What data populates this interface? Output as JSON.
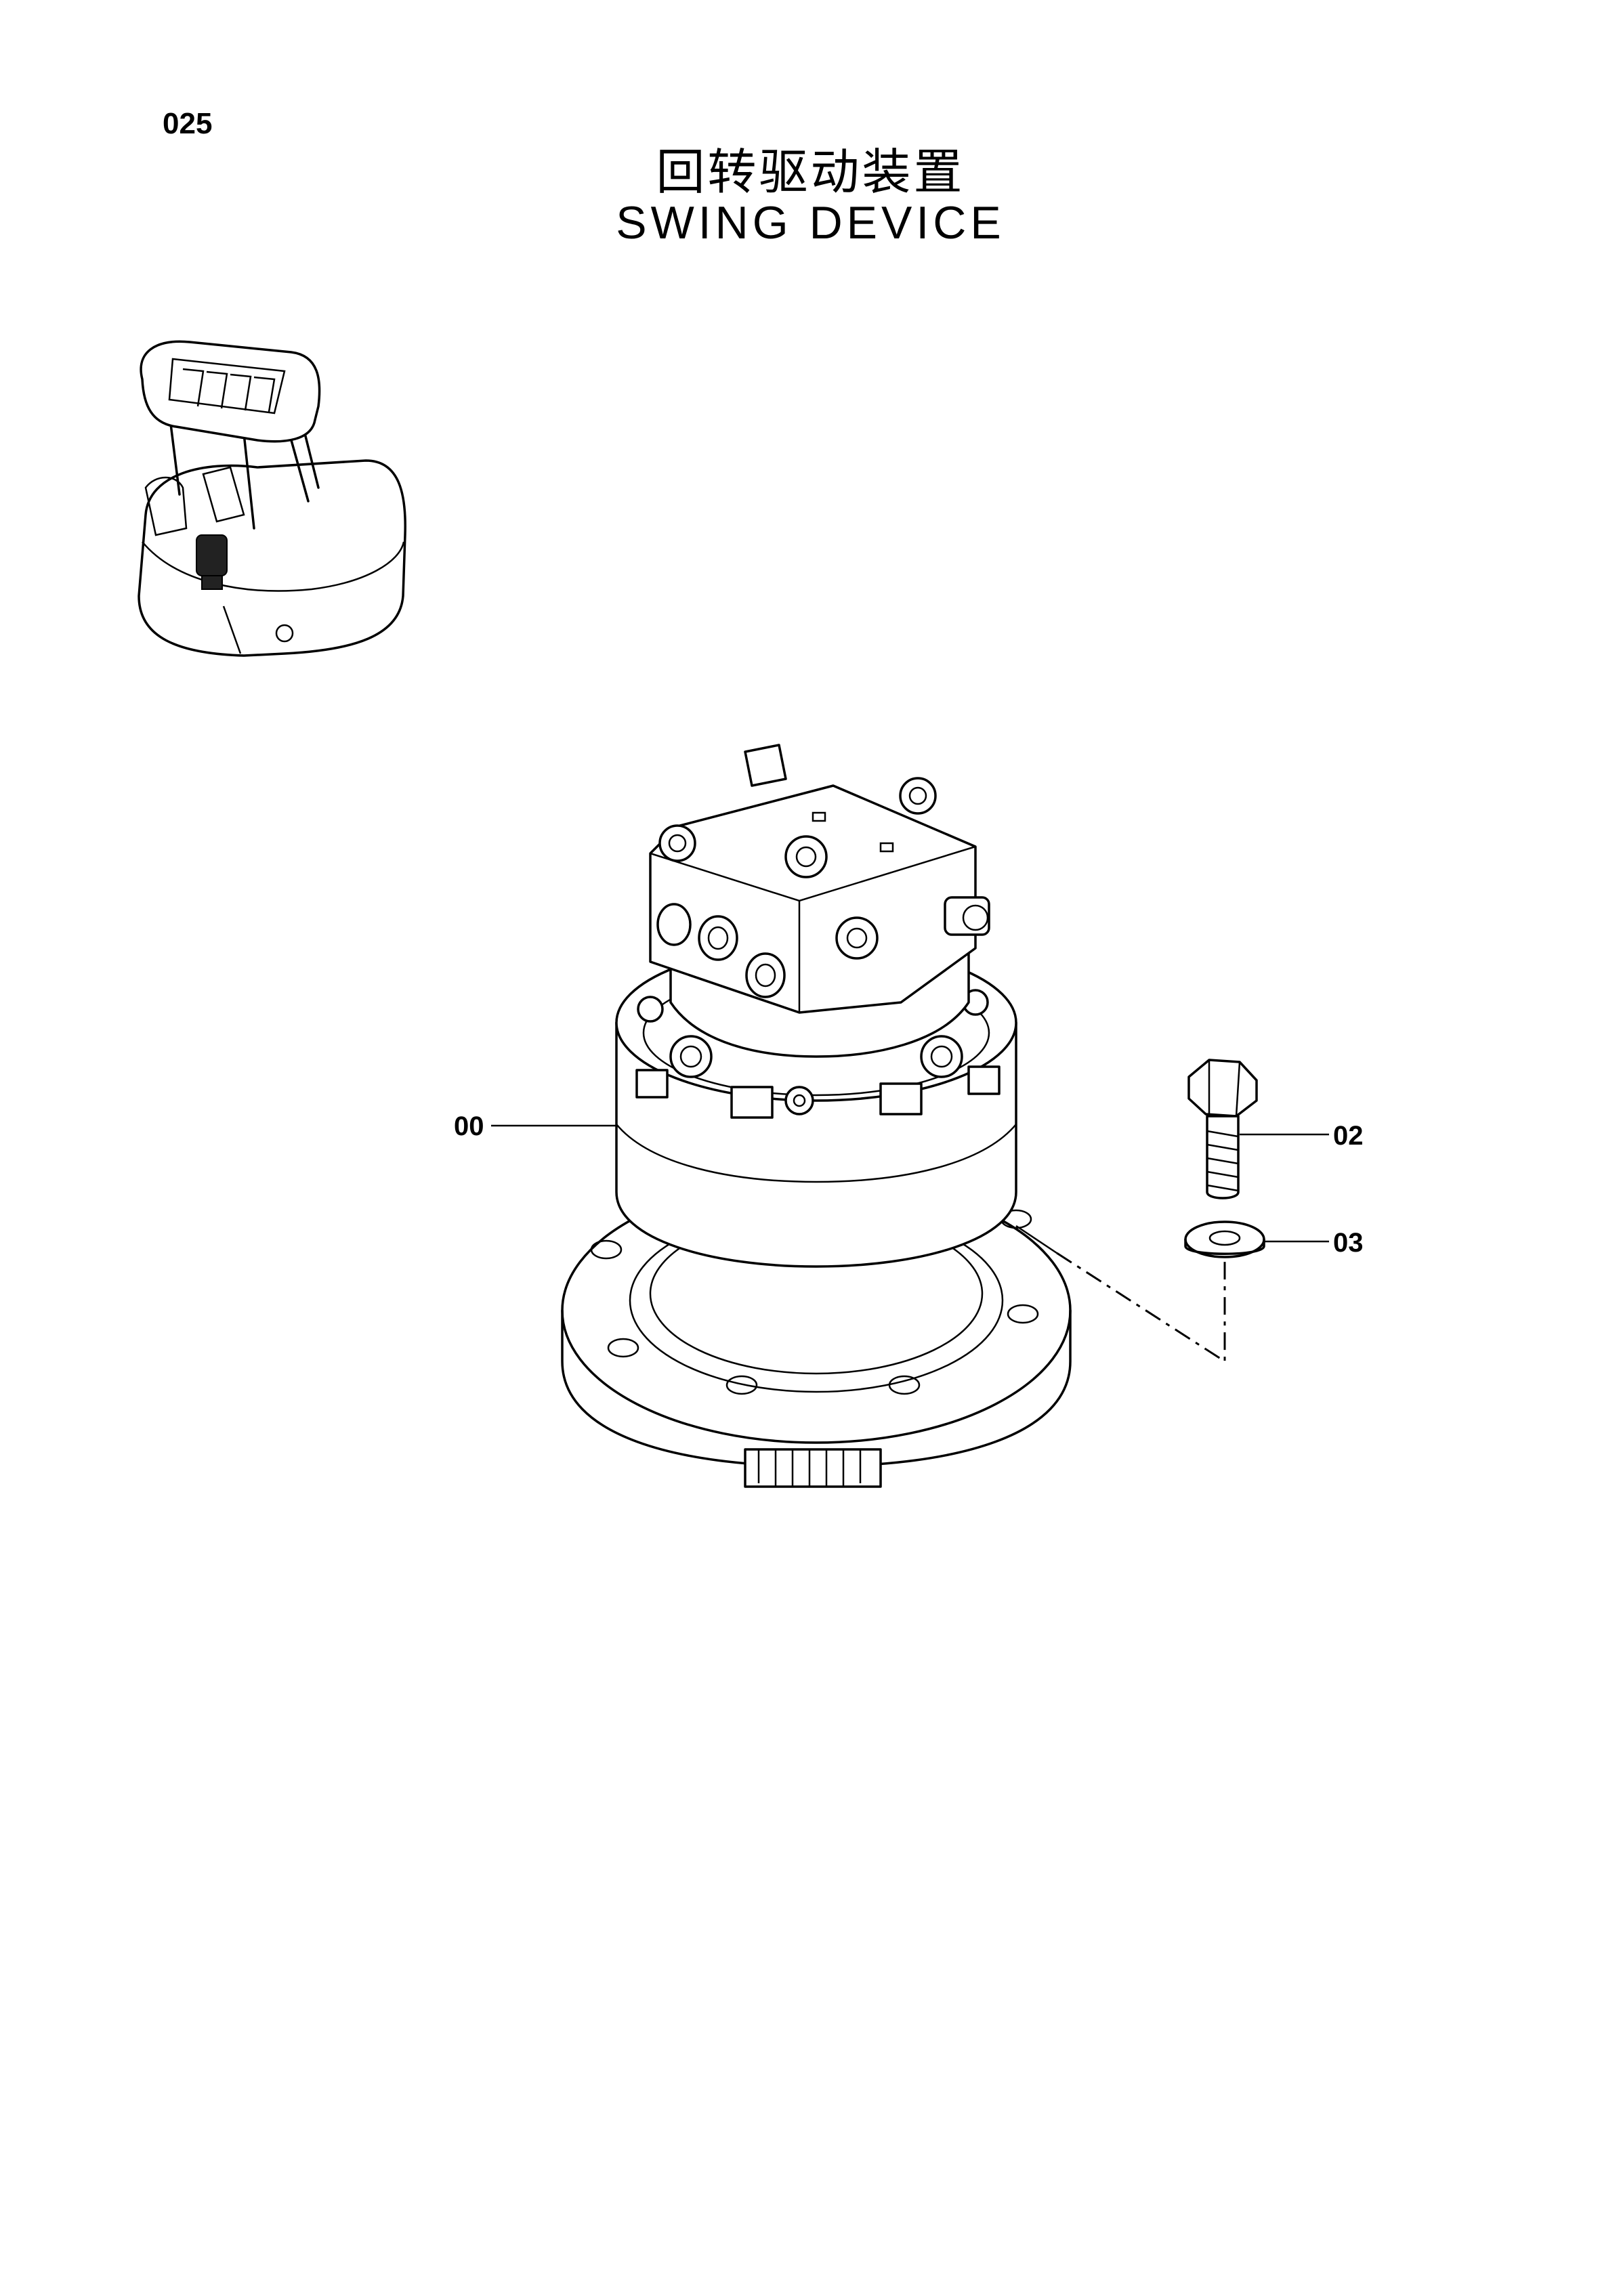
{
  "page": {
    "number": "025",
    "title_cn": "回转驱动装置",
    "title_en": "SWING  DEVICE"
  },
  "callouts": [
    {
      "id": "00",
      "label": "00"
    },
    {
      "id": "02",
      "label": "02"
    },
    {
      "id": "03",
      "label": "03"
    }
  ],
  "icons": {
    "location": "excavator-location-icon",
    "motor": "swing-motor-assembly-icon",
    "bolt": "hex-bolt-icon",
    "washer": "washer-icon"
  }
}
